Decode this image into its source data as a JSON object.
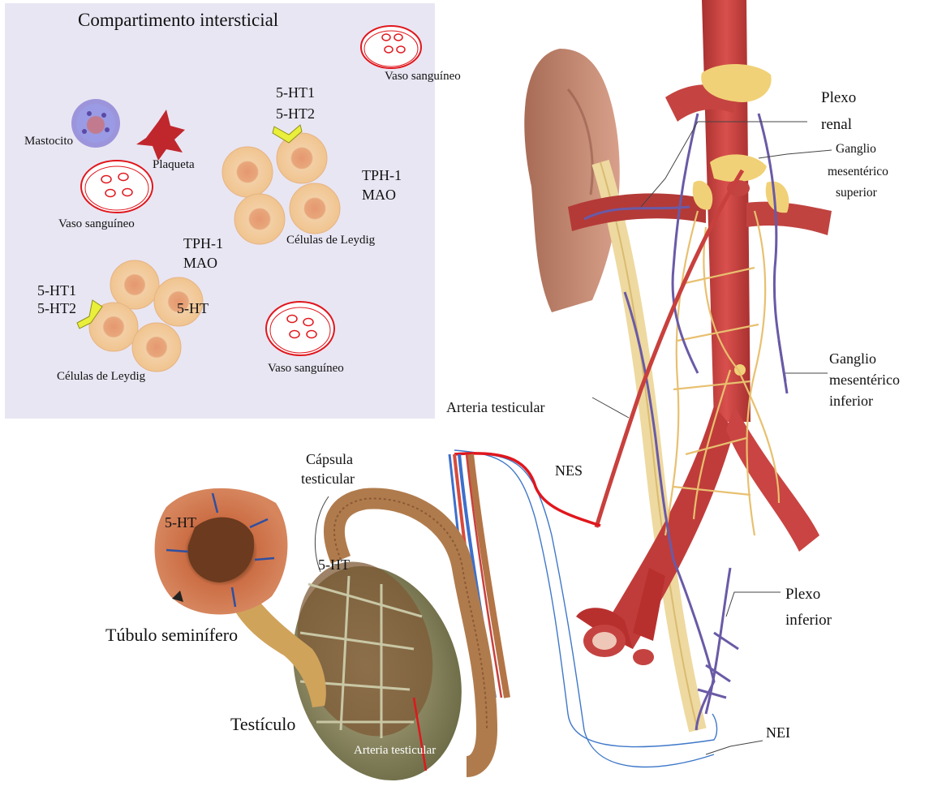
{
  "inset": {
    "title": "Compartimento intersticial",
    "vaso_top": "Vaso sanguíneo",
    "mastocito": "Mastocito",
    "plaqueta": "Plaqueta",
    "receptor_1a": "5-HT1",
    "receptor_2a": "5-HT2",
    "enzyme_1a": "TPH-1",
    "enzyme_2a": "MAO",
    "vaso_left": "Vaso sanguíneo",
    "leydig_1": "Células de Leydig",
    "enzyme_1b": "TPH-1",
    "enzyme_2b": "MAO",
    "receptor_1b": "5-HT1",
    "receptor_2b": "5-HT2",
    "serotonin": "5-HT",
    "leydig_2": "Células de Leydig",
    "vaso_bottom": "Vaso sanguíneo"
  },
  "labels": {
    "plexo_renal_1": "Plexo",
    "plexo_renal_2": "renal",
    "ganglio_sup_1": "Ganglio",
    "ganglio_sup_2": "mesentérico",
    "ganglio_sup_3": "superior",
    "ganglio_inf_1": "Ganglio",
    "ganglio_inf_2": "mesentérico",
    "ganglio_inf_3": "inferior",
    "arteria_testicular": "Arteria testicular",
    "nes": "NES",
    "capsula_1": "Cápsula",
    "capsula_2": "testicular",
    "serotonin_tubule": "5-HT",
    "serotonin_testis": "5-HT",
    "tubulo": "Túbulo  seminífero",
    "plexo_inf_1": "Plexo",
    "plexo_inf_2": "inferior",
    "testiculo": "Testículo",
    "arteria_testicular_inner": "Arteria testicular",
    "nei": "NEI"
  },
  "colors": {
    "inset_bg": "#e9e6f3",
    "artery": "#c9403f",
    "vein": "#6a5aa6",
    "nerve": "#e8c87a",
    "nerve_line": "#3f78c9",
    "highlight_red": "#e0171d",
    "leydig": "#f1c79a",
    "receptor": "#e9ef3a"
  }
}
